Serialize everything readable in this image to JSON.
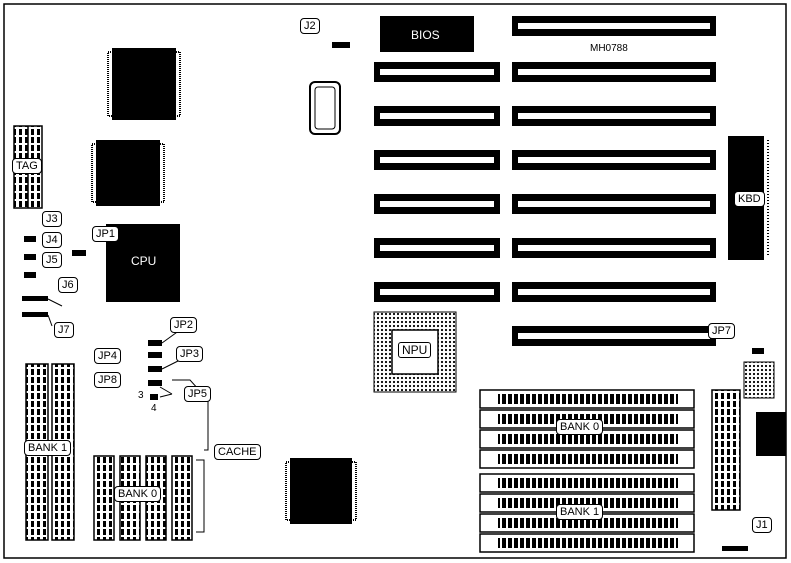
{
  "labels": {
    "j2": "J2",
    "bios": "BIOS",
    "model": "MH0788",
    "tag": "TAG",
    "kbd": "KBD",
    "j3": "J3",
    "j4": "J4",
    "j5": "J5",
    "j6": "J6",
    "j7": "J7",
    "jp1": "JP1",
    "cpu": "CPU",
    "jp2": "JP2",
    "jp4": "JP4",
    "jp3": "JP3",
    "jp8": "JP8",
    "jp5": "JP5",
    "pin3": "3",
    "pin4": "4",
    "npu": "NPU",
    "jp7": "JP7",
    "bank1_left": "BANK 1",
    "bank0_left": "BANK 0",
    "cache": "CACHE",
    "bank0_right": "BANK 0",
    "bank1_right": "BANK 1",
    "j1": "J1"
  }
}
